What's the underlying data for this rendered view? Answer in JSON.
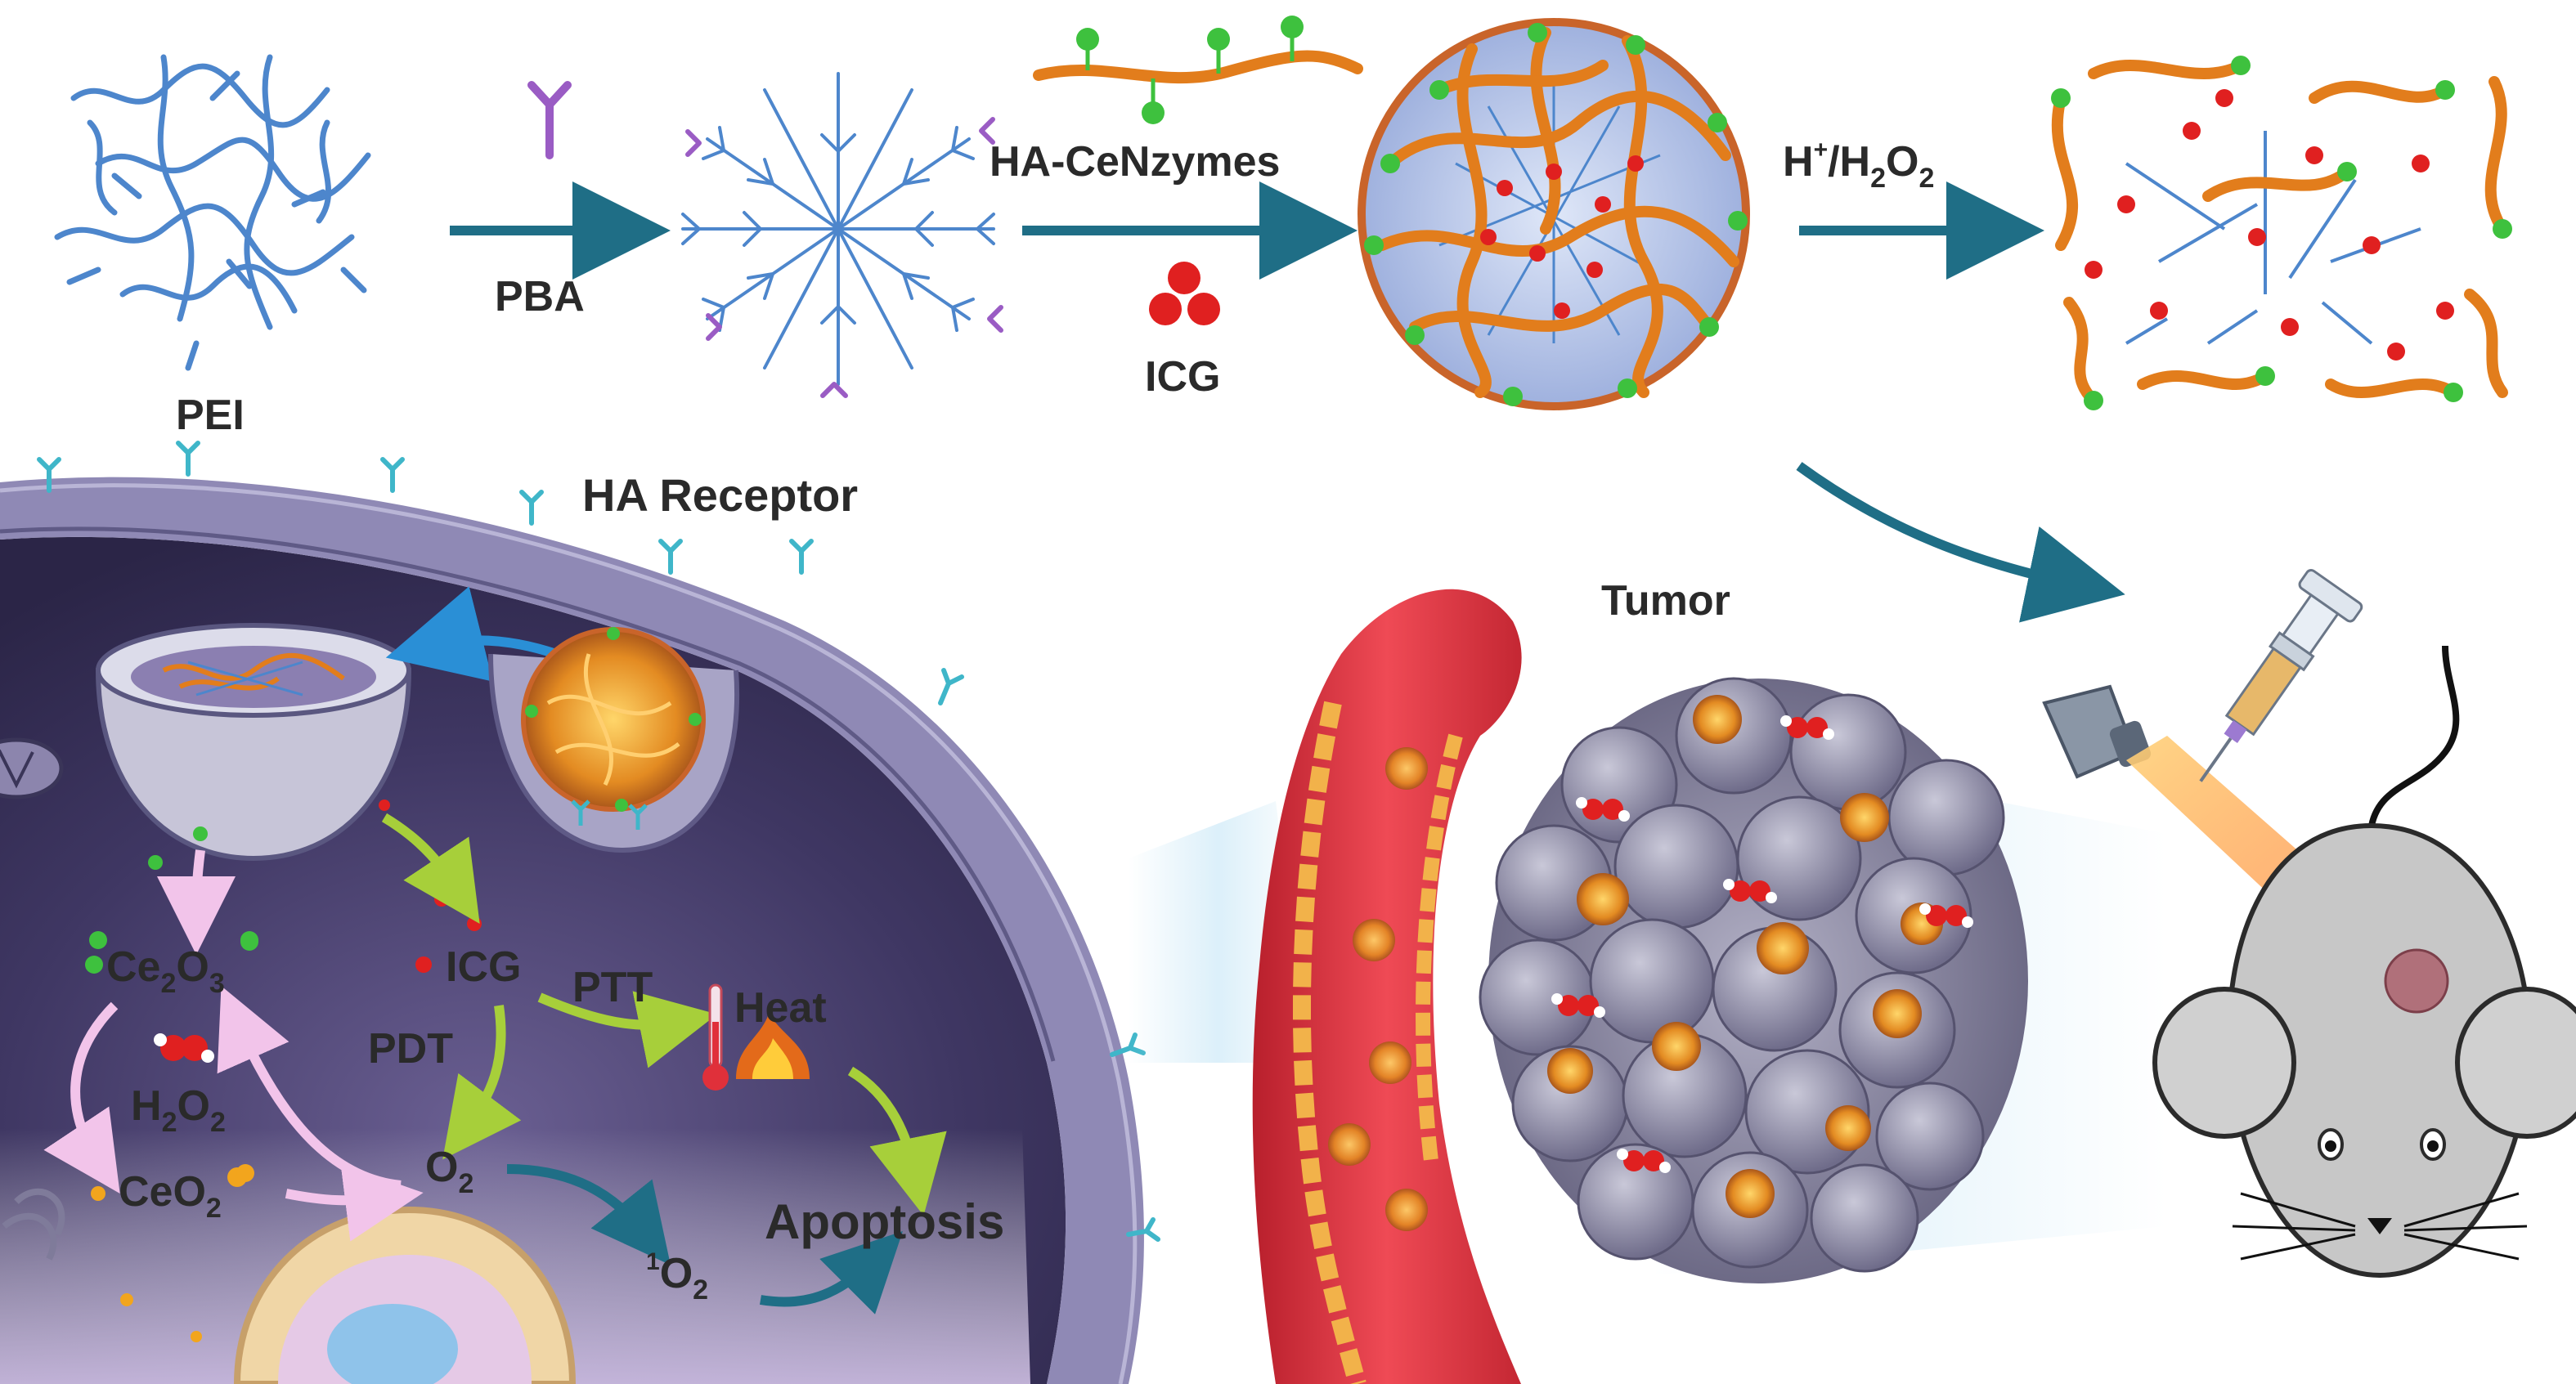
{
  "labels": {
    "pei": "PEI",
    "pba": "PBA",
    "ha_cenzymes": "HA-CeNzymes",
    "icg_top": "ICG",
    "trigger": {
      "h": "H",
      "plus": "+",
      "slash": "/H",
      "two_a": "2",
      "o": "O",
      "two_b": "2"
    },
    "ha_receptor": "HA Receptor",
    "tumor": "Tumor",
    "ce2o3": {
      "ce": "Ce",
      "sub1": "2",
      "o": "O",
      "sub2": "3"
    },
    "h2o2": {
      "h": "H",
      "sub1": "2",
      "o": "O",
      "sub2": "2"
    },
    "ceo2": {
      "ceo": "CeO",
      "sub": "2"
    },
    "icg_cell": "ICG",
    "ptt": "PTT",
    "pdt": "PDT",
    "heat": "Heat",
    "o2": {
      "o": "O",
      "sub": "2"
    },
    "singlet_o2": {
      "sup": "1",
      "o": "O",
      "sub": "2"
    },
    "apoptosis": "Apoptosis"
  },
  "colors": {
    "process_arrow": "#1f6e86",
    "polymer_blue": "#4d86cc",
    "ha_chain_orange": "#e27d1c",
    "nanozyme_green": "#3ec13e",
    "icg_red": "#e02020",
    "pba_purple": "#9a5cc4",
    "cell_membrane": "#8f89b5",
    "cytoplasm_dark": "#423a66",
    "vessel_red": "#d93240",
    "pathway_pink": "#f2c4ea",
    "pathway_lime": "#a7cf3a"
  }
}
